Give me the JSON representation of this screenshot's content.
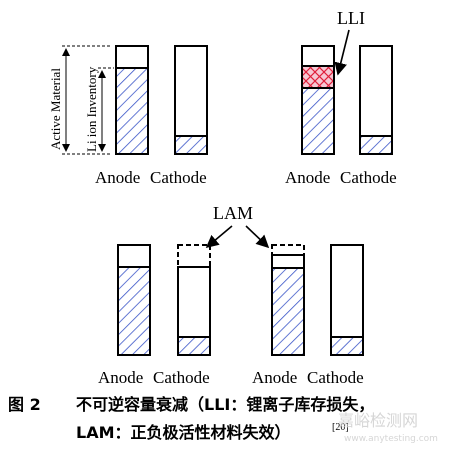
{
  "panels": {
    "top_left": {
      "labels": {
        "anode": "Anode",
        "cathode": "Cathode"
      },
      "axis_labels": {
        "outer": "Active Material",
        "inner": "Li ion Inventory"
      }
    },
    "top_right": {
      "labels": {
        "anode": "Anode",
        "cathode": "Cathode"
      },
      "callout": "LLI"
    },
    "bottom_left": {
      "labels": {
        "anode": "Anode",
        "cathode": "Cathode"
      },
      "callout": "LAM"
    },
    "bottom_right": {
      "labels": {
        "anode": "Anode",
        "cathode": "Cathode"
      }
    }
  },
  "caption": {
    "figure_number": "图 2",
    "line1": "不可逆容量衰减（LLI：锂离子库存损失，",
    "line2": "LAM：正负极活性材料失效）",
    "citation": "[20]"
  },
  "watermark": "嘉峪检测网",
  "watermark_sub": "www.anytesting.com",
  "colors": {
    "hatch": "#3a55c8",
    "lli_fill": "#f6c8d4",
    "lli_cross": "#e0203c",
    "line": "#000000"
  }
}
